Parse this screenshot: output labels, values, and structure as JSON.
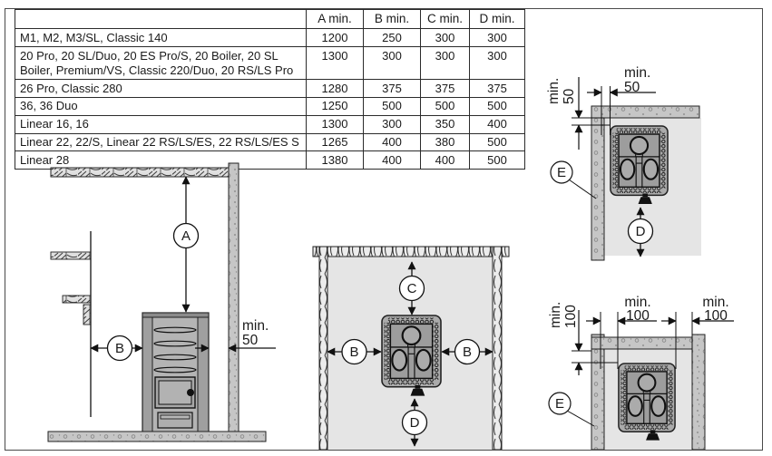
{
  "table": {
    "corner": "",
    "col_headers": [
      "A min.",
      "B min.",
      "C min.",
      "D min."
    ],
    "rows": [
      {
        "models": "M1, M2, M3/SL, Classic 140",
        "a": "1200",
        "b": "250",
        "c": "300",
        "d": "300"
      },
      {
        "models": "20 Pro, 20 SL/Duo, 20 ES Pro/S, 20 Boiler, 20 SL Boiler, Premium/VS, Classic 220/Duo, 20 RS/LS Pro",
        "a": "1300",
        "b": "300",
        "c": "300",
        "d": "300"
      },
      {
        "models": "26 Pro, Classic 280",
        "a": "1280",
        "b": "375",
        "c": "375",
        "d": "375"
      },
      {
        "models": "36, 36 Duo",
        "a": "1250",
        "b": "500",
        "c": "500",
        "d": "500"
      },
      {
        "models": "Linear 16, 16",
        "a": "1300",
        "b": "300",
        "c": "350",
        "d": "400"
      },
      {
        "models": "Linear 22, 22/S, Linear 22 RS/LS/ES, 22 RS/LS/ES S",
        "a": "1265",
        "b": "400",
        "c": "380",
        "d": "500"
      },
      {
        "models": "Linear 28",
        "a": "1380",
        "b": "400",
        "c": "400",
        "d": "500"
      }
    ]
  },
  "labels": {
    "A": "A",
    "B": "B",
    "C": "C",
    "D": "D",
    "E": "E"
  },
  "dims": {
    "min_word": "min.",
    "v50": "50",
    "v100": "100"
  },
  "colors": {
    "wall_masonry": "#c6c6c6",
    "stove_body": "#ababab",
    "stove_panel": "#9d9d9d",
    "room_interior": "#e5e5e5",
    "line": "#1a1a1a"
  }
}
